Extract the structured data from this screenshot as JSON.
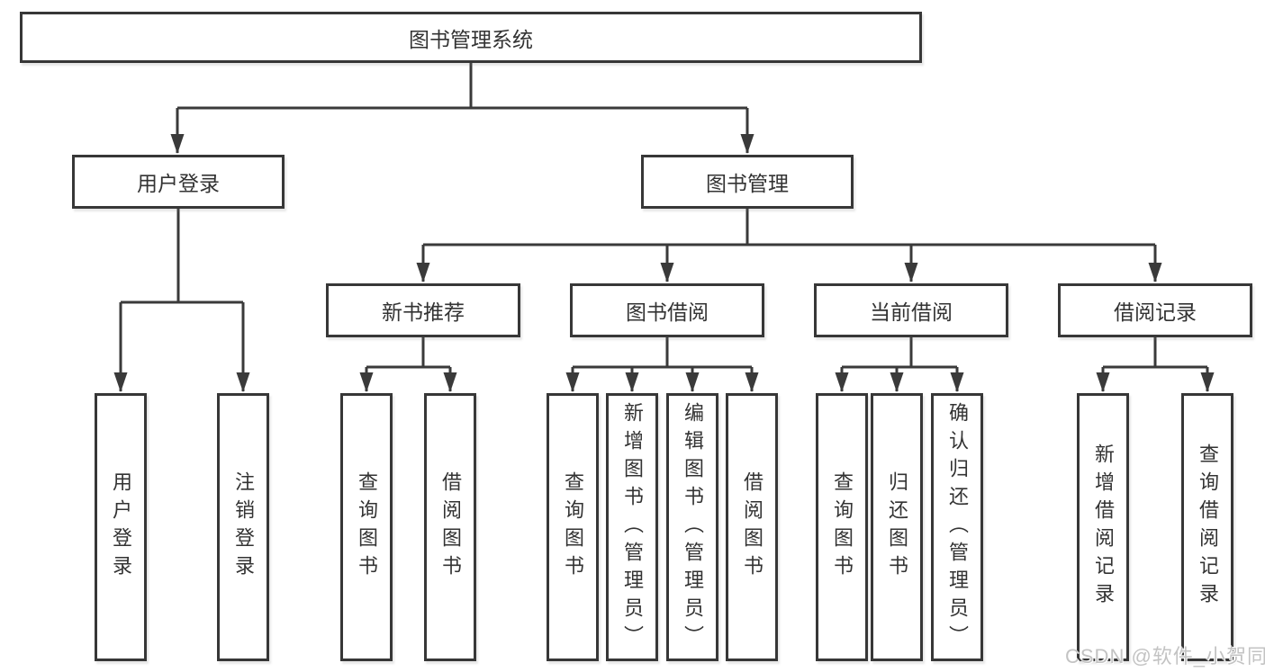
{
  "title": "图书管理系统",
  "watermark": "CSDN @软件_小贺同学",
  "colors": {
    "line": "#3a3a3a",
    "box_border": "#373737",
    "text": "#333333",
    "watermark": "#c3c3c3",
    "background": "#ffffff"
  },
  "diagram": {
    "type": "hierarchy-tree",
    "root": {
      "label": "图书管理系统"
    },
    "level2": [
      {
        "label": "用户登录"
      },
      {
        "label": "图书管理"
      }
    ],
    "level3": [
      {
        "label": "新书推荐",
        "parent": "图书管理"
      },
      {
        "label": "图书借阅",
        "parent": "图书管理"
      },
      {
        "label": "当前借阅",
        "parent": "图书管理"
      },
      {
        "label": "借阅记录",
        "parent": "图书管理"
      }
    ],
    "leaves": [
      {
        "label": "用户登录",
        "parent": "用户登录"
      },
      {
        "label": "注销登录",
        "parent": "用户登录"
      },
      {
        "label": "查询图书",
        "parent": "新书推荐"
      },
      {
        "label": "借阅图书",
        "parent": "新书推荐"
      },
      {
        "label": "查询图书",
        "parent": "图书借阅"
      },
      {
        "label": "新增图书（管理员）",
        "parent": "图书借阅"
      },
      {
        "label": "编辑图书（管理员）",
        "parent": "图书借阅"
      },
      {
        "label": "借阅图书",
        "parent": "图书借阅"
      },
      {
        "label": "查询图书",
        "parent": "当前借阅"
      },
      {
        "label": "归还图书",
        "parent": "当前借阅"
      },
      {
        "label": "确认归还（管理员）",
        "parent": "当前借阅"
      },
      {
        "label": "新增借阅记录",
        "parent": "借阅记录"
      },
      {
        "label": "查询借阅记录",
        "parent": "借阅记录"
      }
    ]
  }
}
